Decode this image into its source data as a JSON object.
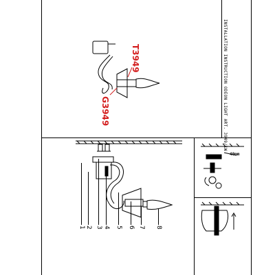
{
  "header": {
    "title": "INSTALLATION INSTRUCTION ODEON LIGHT ART. 3949/1W"
  },
  "models": {
    "top_code": "T3949",
    "bottom_code": "G3949"
  },
  "part_numbers": [
    "1",
    "2",
    "3",
    "4",
    "5",
    "6",
    "7",
    "8"
  ],
  "detail": {
    "dimension_label": "40mm"
  },
  "colors": {
    "accent": "#d42020",
    "line": "#000000"
  }
}
